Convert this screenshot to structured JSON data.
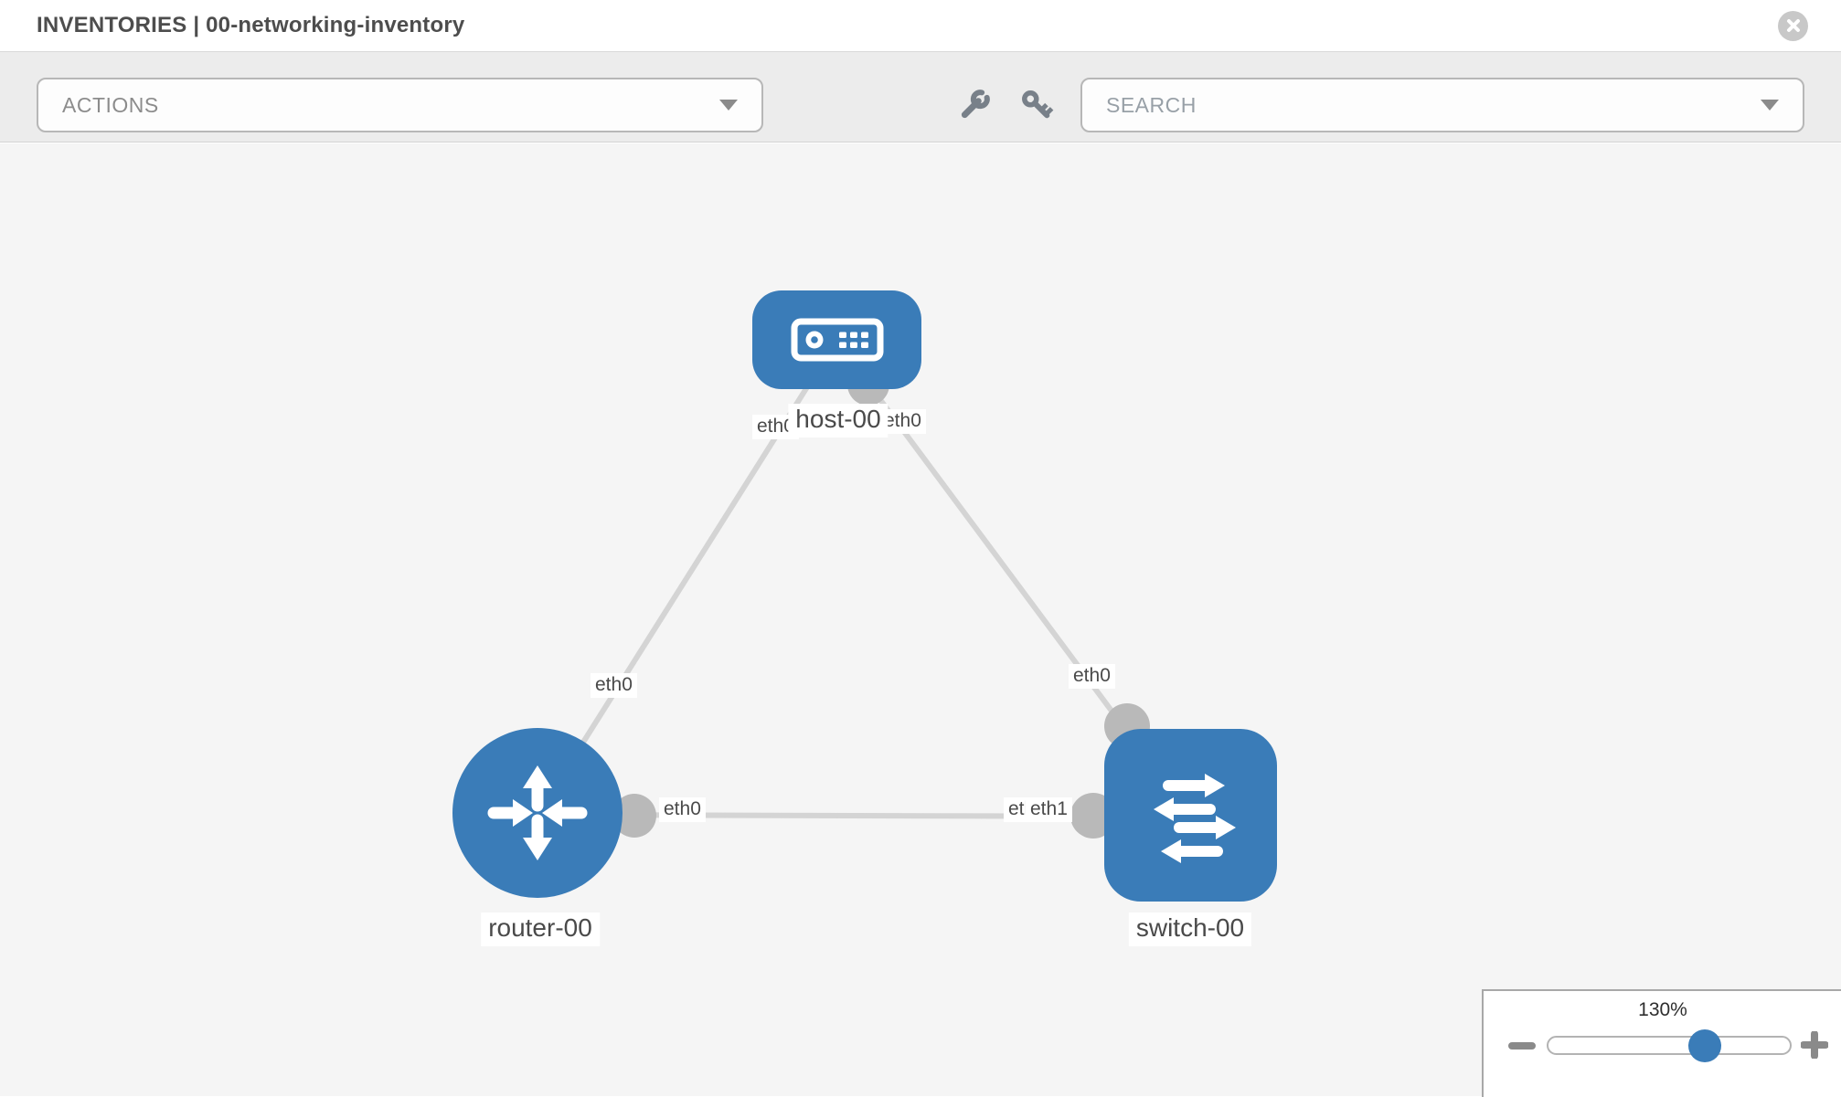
{
  "header": {
    "title": "INVENTORIES | 00-networking-inventory",
    "close_icon": "circle-x-icon"
  },
  "toolbar": {
    "actions_label": "ACTIONS",
    "search_placeholder": "SEARCH",
    "icons": [
      "wrench-icon",
      "key-icon"
    ]
  },
  "diagram": {
    "nodes": [
      {
        "id": "host-00",
        "type": "host",
        "label": "host-00"
      },
      {
        "id": "router-00",
        "type": "router",
        "label": "router-00"
      },
      {
        "id": "switch-00",
        "type": "switch",
        "label": "switch-00"
      }
    ],
    "links": [
      {
        "from": "host-00",
        "to": "router-00",
        "from_interface": "eth0",
        "to_interface": "eth0"
      },
      {
        "from": "host-00",
        "to": "switch-00",
        "from_interface": "eth0",
        "to_interface": "eth0"
      },
      {
        "from": "router-00",
        "to": "switch-00",
        "from_interface": "eth0",
        "to_interface": "eth1",
        "to_interface_behind": "eth0"
      }
    ]
  },
  "zoom_control": {
    "level": "130%",
    "zoom_out_icon": "minus-icon",
    "zoom_in_icon": "plus-icon"
  },
  "colors": {
    "node_blue": "#3a7cb8",
    "edge_gray": "#d4d4d4",
    "port_gray": "#b9b9b9",
    "canvas_bg": "#f5f5f5",
    "toolbar_bg": "#ececec"
  }
}
